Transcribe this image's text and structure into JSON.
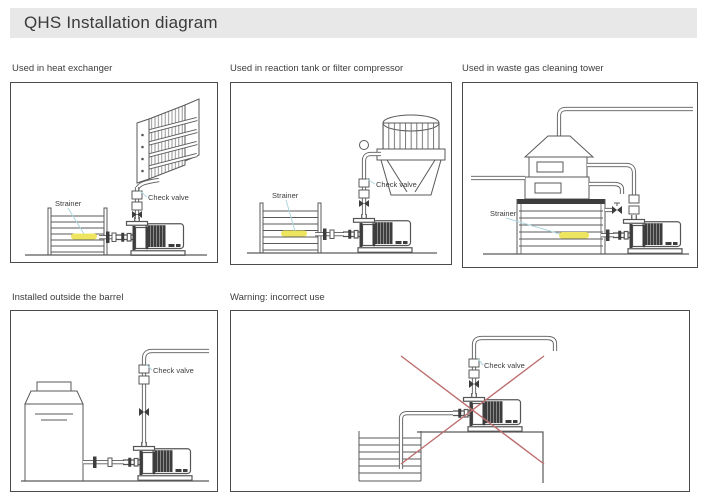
{
  "header": {
    "title": "QHS Installation diagram"
  },
  "panels": [
    {
      "id": "heat-exchanger",
      "caption": "Used in heat exchanger",
      "labels": {
        "strainer": "Strainer",
        "check_valve": "Check valve"
      }
    },
    {
      "id": "reaction-tank",
      "caption": "Used in reaction tank or filter compressor",
      "labels": {
        "strainer": "Strainer",
        "check_valve": "Check valve"
      }
    },
    {
      "id": "waste-gas-tower",
      "caption": "Used in waste gas cleaning tower",
      "labels": {
        "strainer": "Strainer"
      }
    },
    {
      "id": "outside-barrel",
      "caption": "Installed outside the barrel",
      "labels": {
        "check_valve": "Check valve"
      }
    },
    {
      "id": "warning-incorrect",
      "caption": "Warning: incorrect use",
      "labels": {
        "check_valve": "Check valve"
      }
    }
  ],
  "colors": {
    "line_art": "#5a5a5a",
    "strainer_yellow": "#ede45f",
    "warning_cross": "#bd6e6e",
    "leader_line": "#aed7e0",
    "banner_bg": "#e8e8e8"
  }
}
